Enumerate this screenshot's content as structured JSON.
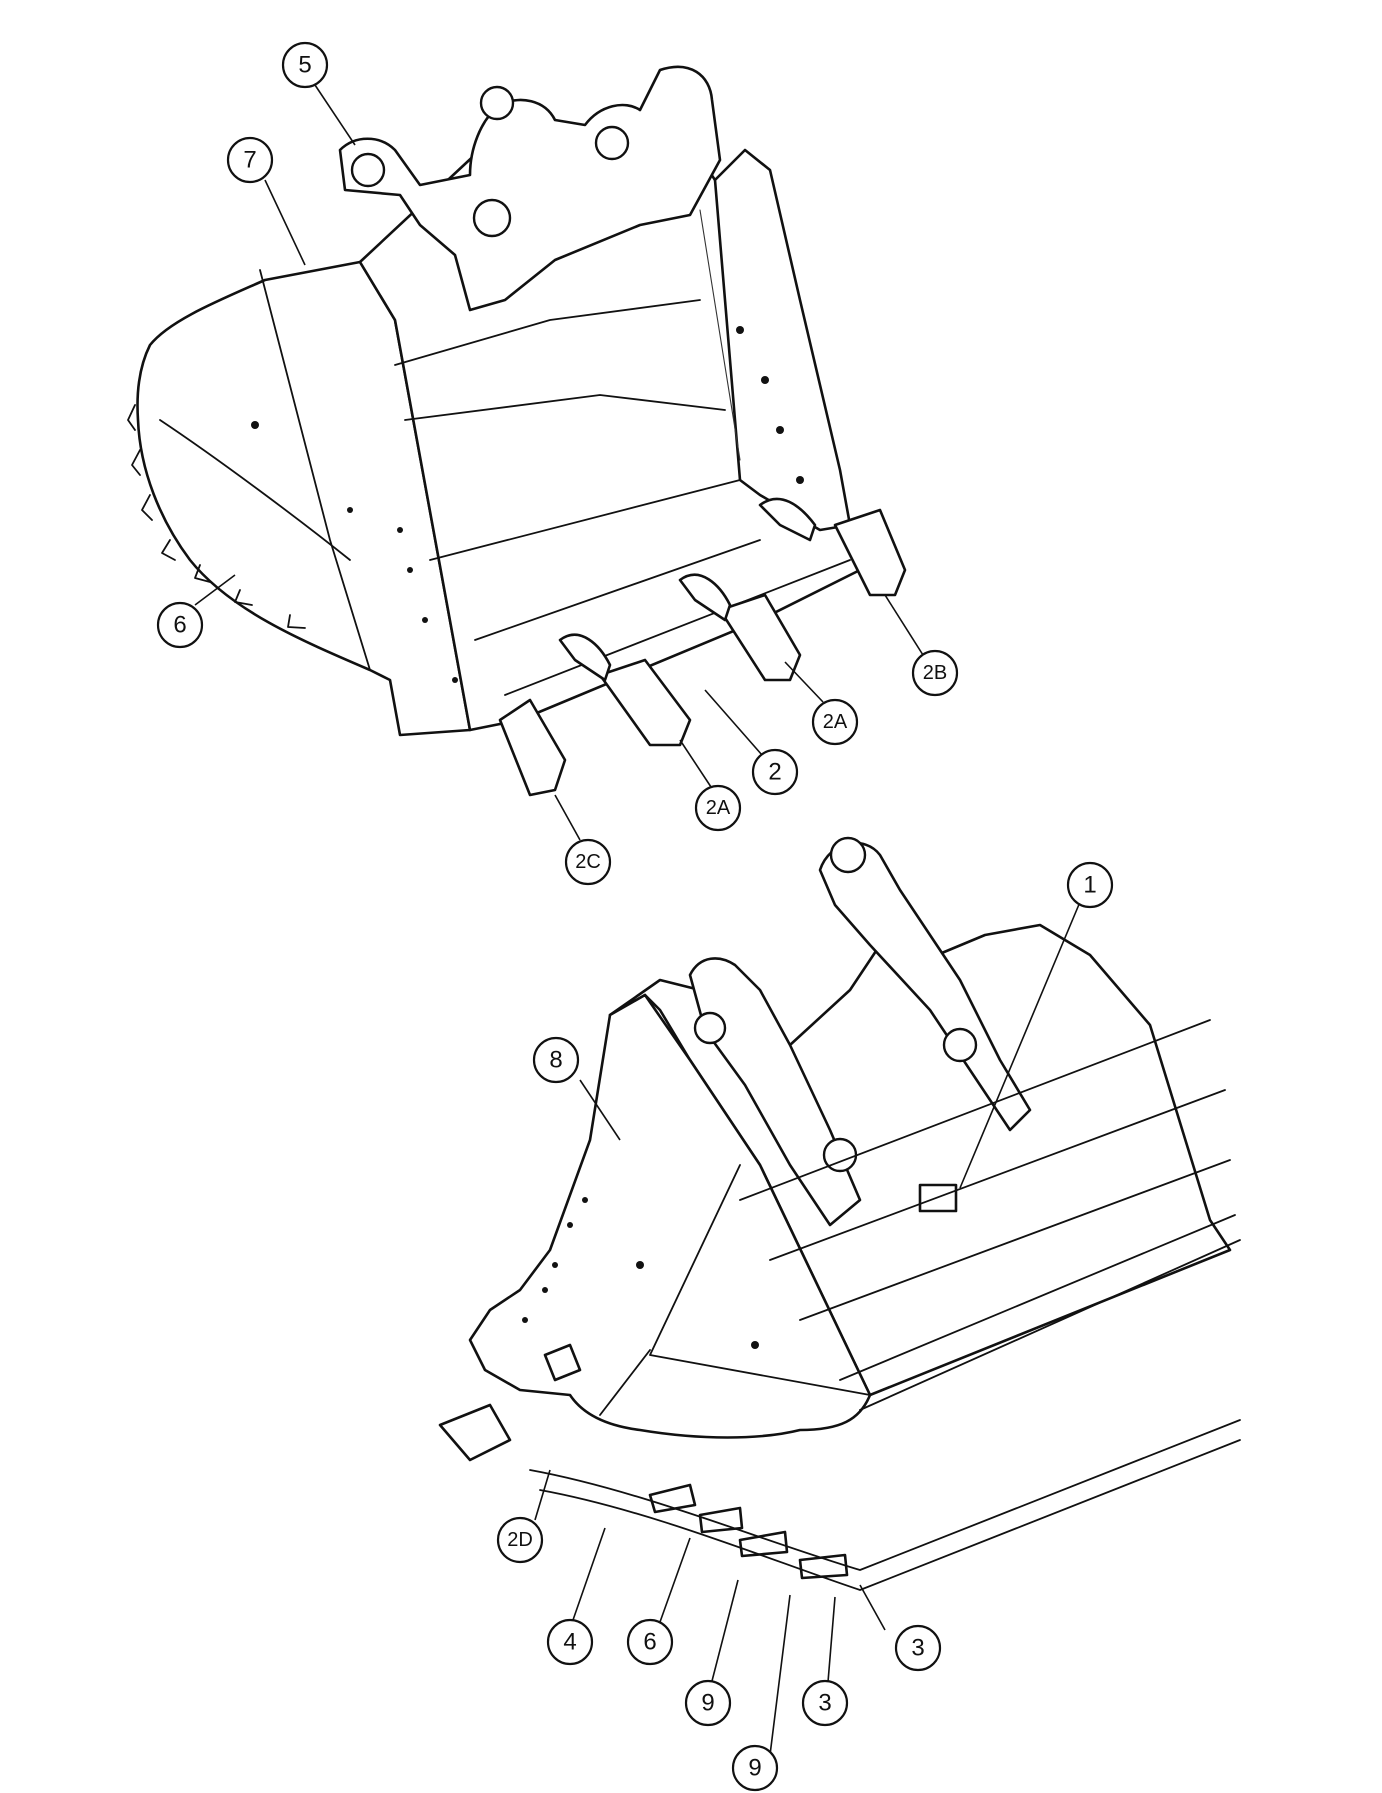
{
  "callouts": [
    {
      "id": "5",
      "label": "5"
    },
    {
      "id": "7",
      "label": "7"
    },
    {
      "id": "6a",
      "label": "6"
    },
    {
      "id": "2B",
      "label": "2B"
    },
    {
      "id": "2Aa",
      "label": "2A"
    },
    {
      "id": "2",
      "label": "2"
    },
    {
      "id": "2Ab",
      "label": "2A"
    },
    {
      "id": "2C",
      "label": "2C"
    },
    {
      "id": "1",
      "label": "1"
    },
    {
      "id": "8",
      "label": "8"
    },
    {
      "id": "2D",
      "label": "2D"
    },
    {
      "id": "4",
      "label": "4"
    },
    {
      "id": "6b",
      "label": "6"
    },
    {
      "id": "3a",
      "label": "3"
    },
    {
      "id": "9a",
      "label": "9"
    },
    {
      "id": "3b",
      "label": "3"
    },
    {
      "id": "9b",
      "label": "9"
    }
  ]
}
